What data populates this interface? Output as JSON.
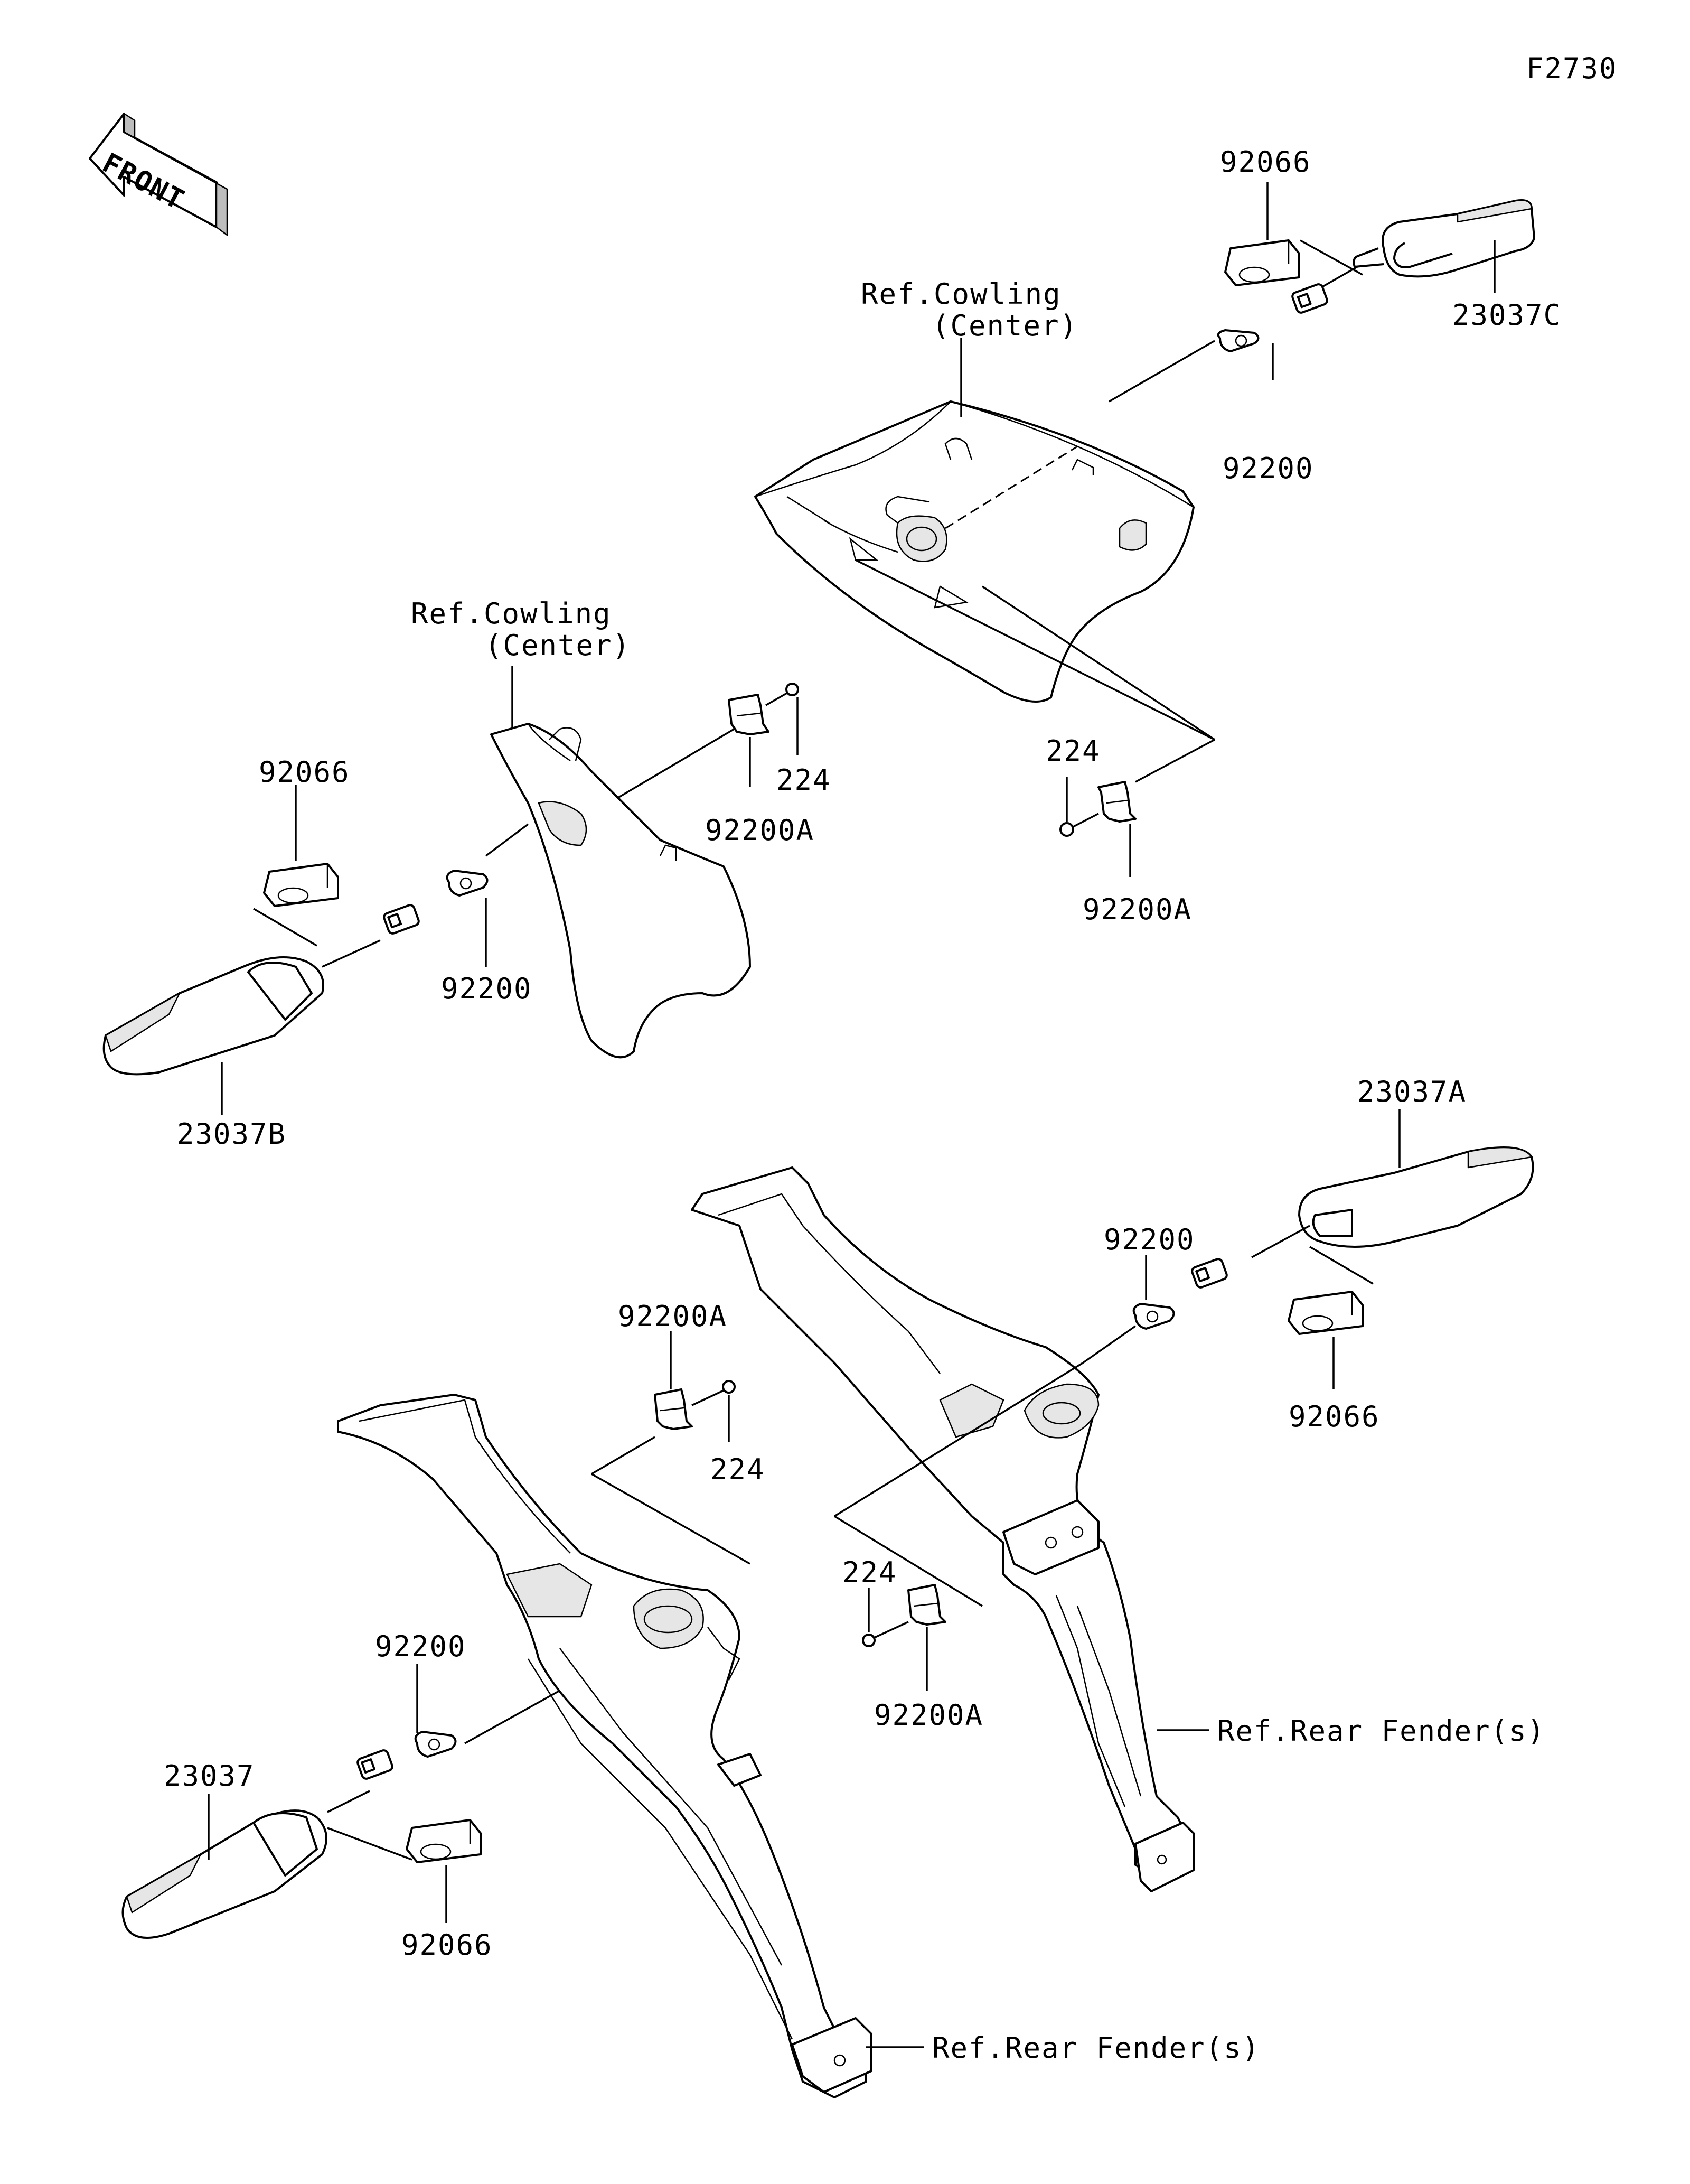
{
  "diagram_code": "F2730",
  "front_arrow": {
    "text": "FRONT",
    "icon": "front-direction-arrow-icon"
  },
  "labels": {
    "ref_cowling_center_top": {
      "line1": "Ref.Cowling",
      "line2": "(Center)"
    },
    "ref_cowling_center_left": {
      "line1": "Ref.Cowling",
      "line2": "(Center)"
    },
    "ref_rear_fender_right": "Ref.Rear Fender(s)",
    "ref_rear_fender_bottom": "Ref.Rear Fender(s)",
    "part_92066_top_right": "92066",
    "part_23037C": "23037C",
    "part_92200_top_right": "92200",
    "part_224_top_center": "224",
    "part_92200A_top_center": "92200A",
    "part_92066_left": "92066",
    "part_224_left": "224",
    "part_92200A_left": "92200A",
    "part_92200_left": "92200",
    "part_23037B": "23037B",
    "part_23037A": "23037A",
    "part_92200_right": "92200",
    "part_92066_right": "92066",
    "part_92200A_center": "92200A",
    "part_224_center": "224",
    "part_224_lower_center": "224",
    "part_92200A_lower_center": "92200A",
    "part_92200_lower_left": "92200",
    "part_23037": "23037",
    "part_92066_lower_left": "92066"
  }
}
